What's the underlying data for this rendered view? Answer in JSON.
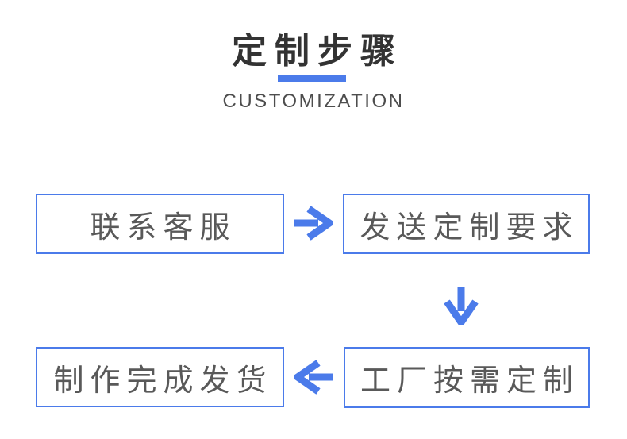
{
  "header": {
    "title": "定制步骤",
    "subtitle": "CUSTOMIZATION"
  },
  "colors": {
    "accent_blue": "#4b7bea",
    "title_text": "#333333",
    "subtitle_text": "#4d4d4d",
    "step_text": "#595959",
    "background": "#ffffff"
  },
  "steps": [
    {
      "order": 1,
      "label": "联系客服"
    },
    {
      "order": 2,
      "label": "发送定制要求"
    },
    {
      "order": 3,
      "label": "工厂按需定制"
    },
    {
      "order": 4,
      "label": "制作完成发货"
    }
  ],
  "flow": {
    "arrow_1": "step1-to-step2-right",
    "arrow_2": "step2-to-step3-down",
    "arrow_3": "step3-to-step4-left"
  }
}
